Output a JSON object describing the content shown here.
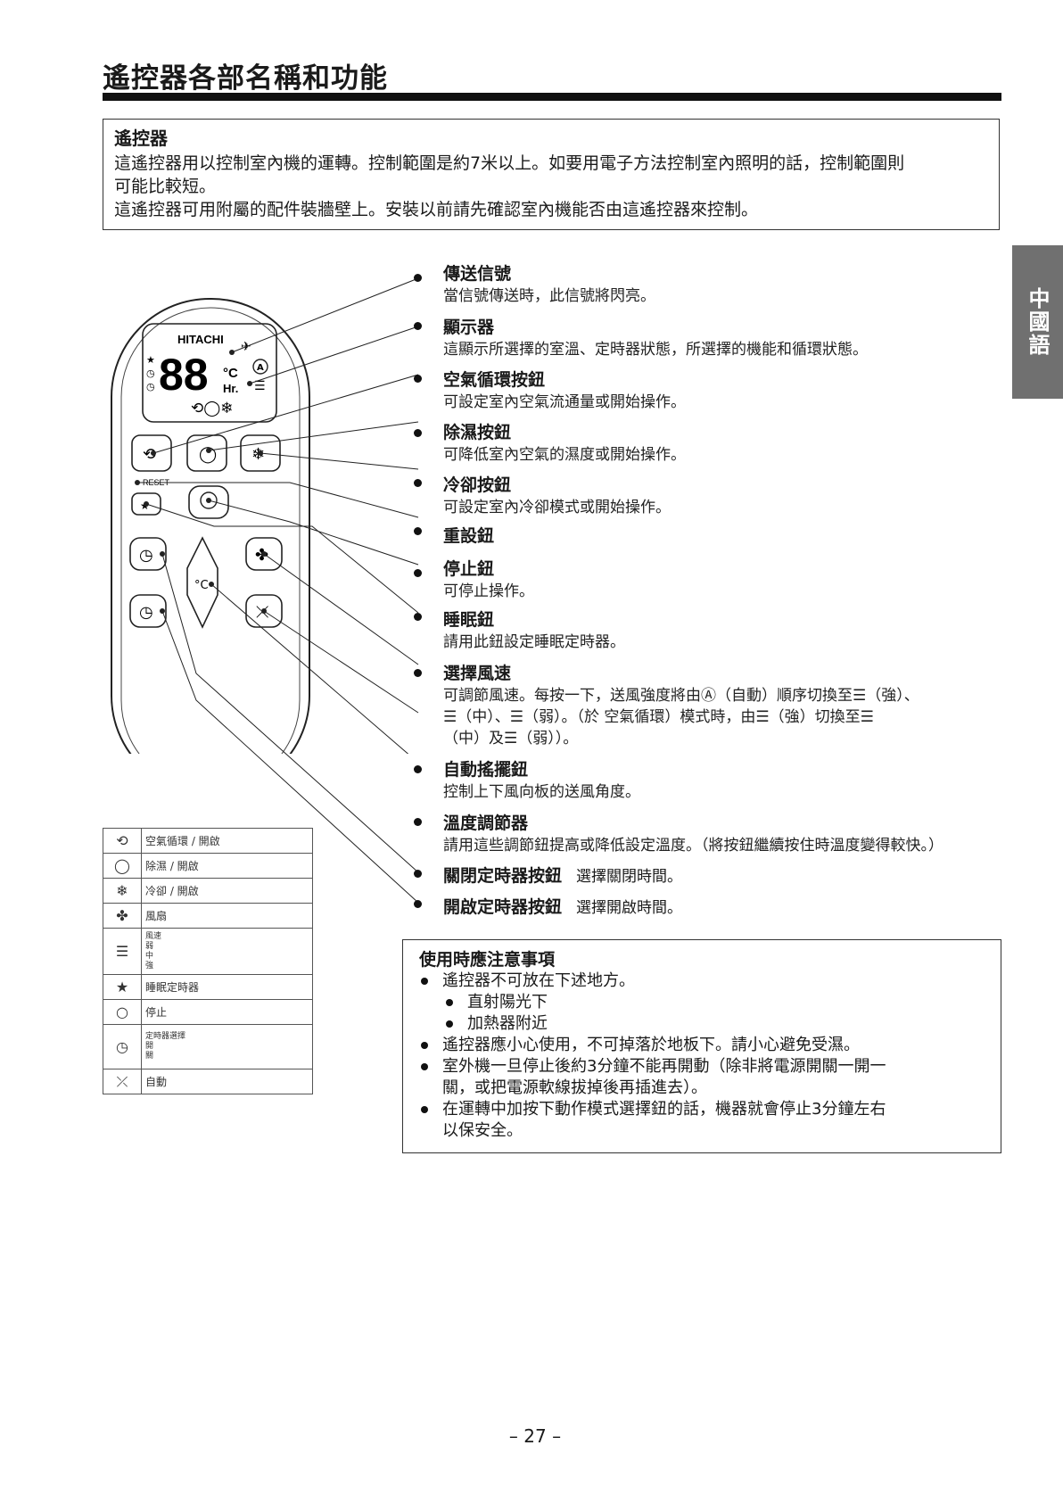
{
  "header": {
    "title": "遙控器各部名稱和功能",
    "lang_tab": "中國語"
  },
  "intro": {
    "heading": "遙控器",
    "line1": "這遙控器用以控制室內機的運轉。控制範圍是約7米以上。如要用電子方法控制室內照明的話，控制範圍則",
    "line2": "可能比較短。",
    "line3": "這遙控器可用附屬的配件裝牆壁上。安裝以前請先確認室內機能否由這遙控器來控制。"
  },
  "remote": {
    "brand": "HITACHI",
    "display_digits": "88",
    "unit_c": "°C",
    "unit_hr": "Hr.",
    "reset": "RESET"
  },
  "parts": [
    {
      "name": "傳送信號",
      "desc": "當信號傳送時，此信號將閃亮。"
    },
    {
      "name": "顯示器",
      "desc": "這顯示所選擇的室溫、定時器狀態，所選擇的機能和循環狀態。"
    },
    {
      "name": "空氣循環按鈕",
      "desc": "可設定室內空氣流通量或開始操作。"
    },
    {
      "name": "除濕按鈕",
      "desc": "可降低室內空氣的濕度或開始操作。"
    },
    {
      "name": "冷卻按鈕",
      "desc": "可設定室內冷卻模式或開始操作。"
    },
    {
      "name": "重設鈕",
      "desc": ""
    },
    {
      "name": "停止鈕",
      "desc": "可停止操作。"
    },
    {
      "name": "睡眠鈕",
      "desc": "請用此鈕設定睡眠定時器。"
    },
    {
      "name": "選擇風速",
      "desc": "可調節風速。每按一下，送風強度將由Ⓐ（自動）順序切換至☰（強）、",
      "desc2": "☰（中）、☰（弱）。（於 空氣循環）模式時，由☰（強）切換至☰",
      "desc3": "（中）及☰（弱））。"
    },
    {
      "name": "自動搖擺鈕",
      "desc": "控制上下風向板的送風角度。"
    },
    {
      "name": "溫度調節器",
      "desc": "請用這些調節鈕提高或降低設定溫度。（將按鈕繼續按住時溫度變得較快。）"
    },
    {
      "name": "關閉定時器按鈕",
      "desc": "選擇關閉時間。"
    },
    {
      "name": "開啟定時器按鈕",
      "desc": "選擇開啟時間。"
    }
  ],
  "legend": [
    {
      "icon": "⟲",
      "label": "空氣循環 / 開啟"
    },
    {
      "icon": "◯",
      "label": "除濕 / 開啟"
    },
    {
      "icon": "❄",
      "label": "冷卻 / 開啟"
    },
    {
      "icon": "✤",
      "label": "風扇"
    },
    {
      "icon": "☰",
      "label": "風速",
      "l2": "弱",
      "l3": "中",
      "l4": "強"
    },
    {
      "icon": "★",
      "label": "睡眠定時器"
    },
    {
      "icon": "○",
      "label": "停止"
    },
    {
      "icon": "◷",
      "label": "定時器選擇",
      "l2": "開",
      "l3": "關"
    },
    {
      "icon": "⤫",
      "label": "自動"
    }
  ],
  "notes": {
    "heading": "使用時應注意事項",
    "i1": "遙控器不可放在下述地方。",
    "s1": "直射陽光下",
    "s2": "加熱器附近",
    "i2": "遙控器應小心使用，不可掉落於地板下。請小心避免受濕。",
    "i3a": "室外機一旦停止後約3分鐘不能再開動（除非將電源開關一開一",
    "i3b": "關，或把電源軟線拔掉後再插進去）。",
    "i4a": "在運轉中加按下動作模式選擇鈕的話，機器就會停止3分鐘左右",
    "i4b": "以保安全。"
  },
  "page_number": "– 27 –"
}
